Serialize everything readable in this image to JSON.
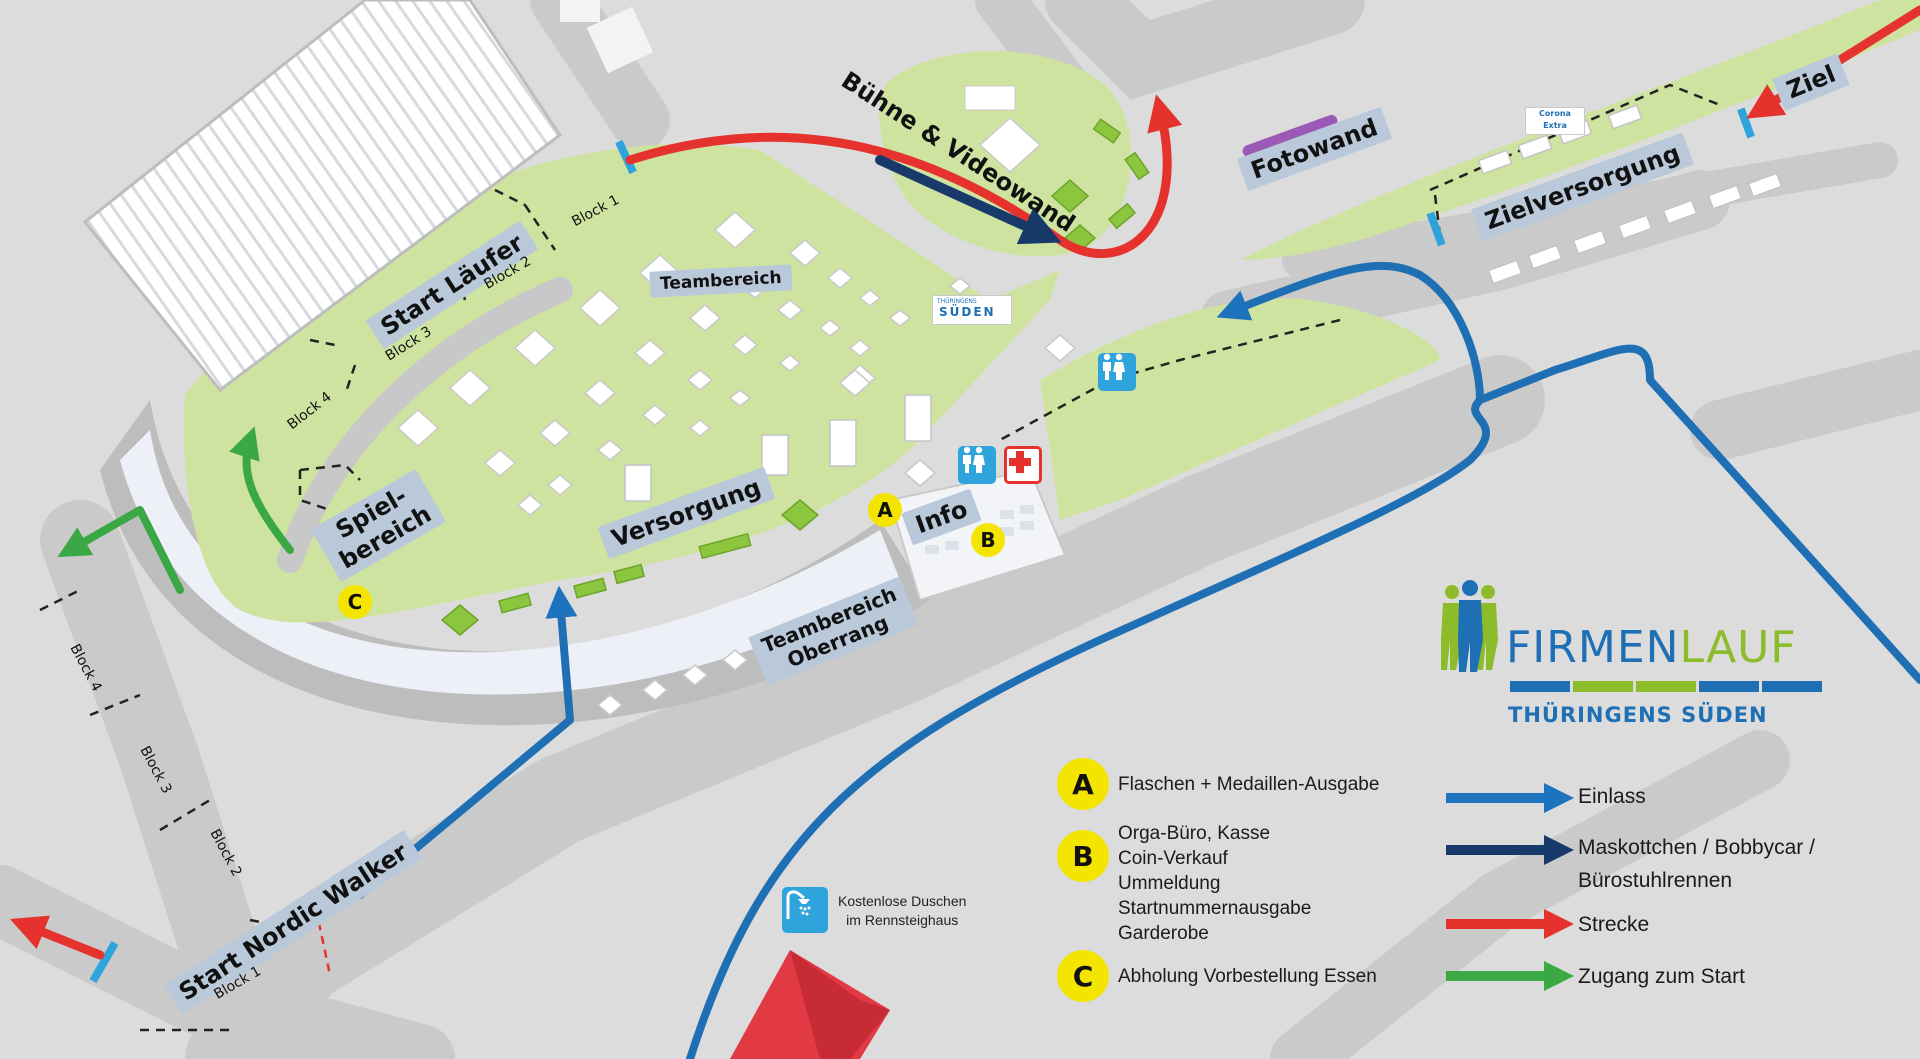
{
  "colors": {
    "background": "#dcdcdc",
    "road": "#c8c8c8",
    "grass": "#cfe3a0",
    "label_bg": "#b9c9da",
    "route_entry": "#1e73be",
    "route_mascot": "#173a6b",
    "route_course": "#e5322d",
    "route_access": "#3aa845",
    "badge": "#f3e500",
    "icon_blue": "#2fa3dc",
    "first_aid": "#e5322d"
  },
  "map": {
    "areas": {
      "buehne": "Bühne & Videowand",
      "fotowand": "Fotowand",
      "ziel": "Ziel",
      "zielversorgung": "Zielversorgung",
      "teambereich": "Teambereich",
      "start_laeufer": "Start Läufer",
      "spielbereich_1": "Spiel-",
      "spielbereich_2": "bereich",
      "versorgung": "Versorgung",
      "info": "Info",
      "teambereich_oberrang_1": "Teambereich",
      "teambereich_oberrang_2": "Oberrang",
      "start_nordic": "Start Nordic Walker"
    },
    "blocks_runner": [
      "Block 1",
      "Block 2",
      "Block 3",
      "Block 4"
    ],
    "blocks_nordic": [
      "Block 4",
      "Block 3",
      "Block 2",
      "Block 1"
    ],
    "badges": [
      "A",
      "B",
      "C"
    ],
    "icons": [
      "toilet-icon",
      "first-aid-icon",
      "shower-icon"
    ],
    "sponsors": {
      "corona": "Corona Extra",
      "brand_small": "THÜRINGENS",
      "brand_big": "SÜDEN"
    }
  },
  "legend": {
    "points": [
      {
        "letter": "A",
        "lines": [
          "Flaschen + Medaillen-Ausgabe"
        ]
      },
      {
        "letter": "B",
        "lines": [
          "Orga-Büro, Kasse",
          "Coin-Verkauf",
          "Ummeldung",
          "Startnummernausgabe",
          "Garderobe"
        ]
      },
      {
        "letter": "C",
        "lines": [
          "Abholung Vorbestellung Essen"
        ]
      }
    ],
    "arrows": [
      {
        "lines": [
          "Einlass"
        ],
        "color": "#1e73be"
      },
      {
        "lines": [
          "Maskottchen / Bobbycar /",
          "Bürostuhlrennen"
        ],
        "color": "#173a6b"
      },
      {
        "lines": [
          "Strecke"
        ],
        "color": "#e5322d"
      },
      {
        "lines": [
          "Zugang zum Start"
        ],
        "color": "#3aa845"
      }
    ],
    "shower_note": [
      "Kostenlose Duschen",
      "im Rennsteighaus"
    ]
  },
  "logo": {
    "title_part1": "FIRMEN",
    "title_part2": "LAUF",
    "subtitle": "THÜRINGENS SÜDEN",
    "color_blue": "#1e6fb4",
    "color_green": "#8cbc2a",
    "stripe_colors": [
      "#1e6fb4",
      "#8cbc2a",
      "#8cbc2a",
      "#1e6fb4",
      "#1e6fb4"
    ]
  }
}
